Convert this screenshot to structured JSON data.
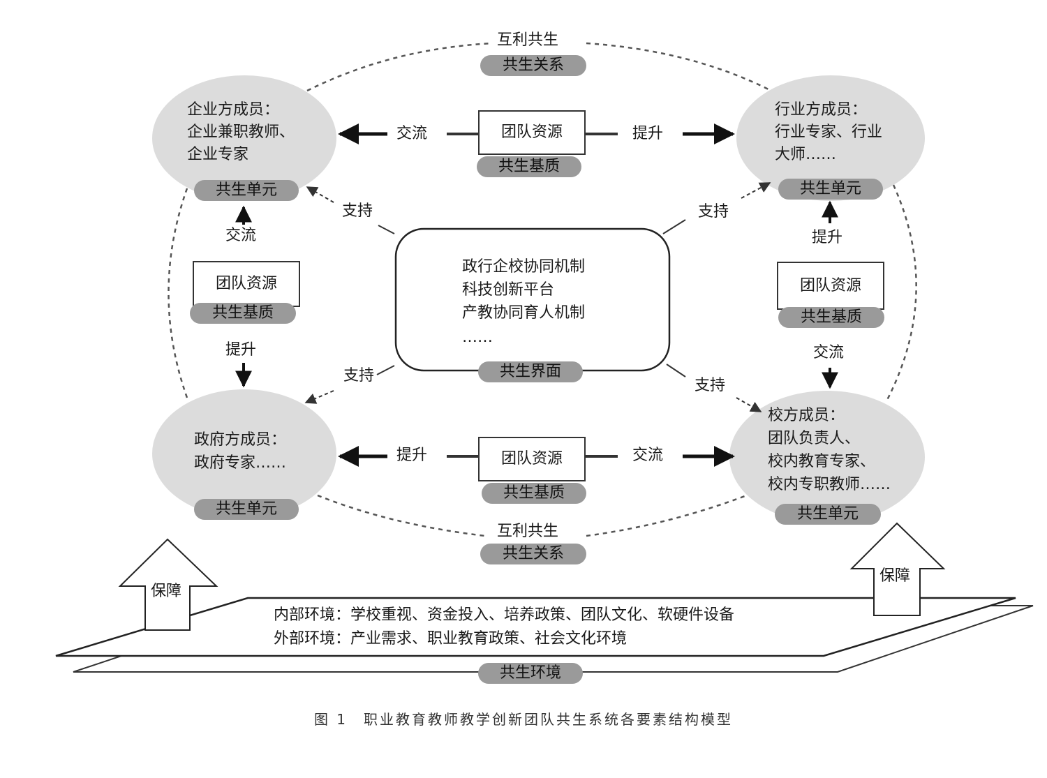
{
  "relation_top": {
    "label": "互利共生",
    "tag": "共生关系"
  },
  "relation_bottom": {
    "label": "互利共生",
    "tag": "共生关系"
  },
  "enterprise": {
    "lines": [
      "企业方成员：",
      "企业兼职教师、",
      "企业专家"
    ],
    "tag": "共生单元"
  },
  "industry": {
    "lines": [
      "行业方成员：",
      "行业专家、行业",
      "大师……"
    ],
    "tag": "共生单元"
  },
  "government": {
    "lines": [
      "政府方成员：",
      "政府专家……"
    ],
    "tag": "共生单元"
  },
  "school": {
    "lines": [
      "校方成员：",
      "团队负责人、",
      "校内教育专家、",
      "校内专职教师……"
    ],
    "tag": "共生单元"
  },
  "resource_top": {
    "label": "团队资源",
    "tag": "共生基质",
    "left_action": "交流",
    "right_action": "提升"
  },
  "resource_left": {
    "label": "团队资源",
    "tag": "共生基质",
    "up_action": "交流",
    "down_action": "提升"
  },
  "resource_right": {
    "label": "团队资源",
    "tag": "共生基质",
    "up_action": "提升",
    "down_action": "交流"
  },
  "resource_bottom": {
    "label": "团队资源",
    "tag": "共生基质",
    "left_action": "提升",
    "right_action": "交流"
  },
  "interface": {
    "lines": [
      "政行企校协同机制",
      "科技创新平台",
      "产教协同育人机制",
      "……"
    ],
    "tag": "共生界面",
    "support_label": "支持"
  },
  "environment": {
    "internal": "内部环境：学校重视、资金投入、培养政策、团队文化、软硬件设备",
    "external": "外部环境：产业需求、职业教育政策、社会文化环境",
    "tag": "共生环境",
    "guarantee_label": "保障"
  },
  "caption": "图 1　职业教育教师教学创新团队共生系统各要素结构模型"
}
